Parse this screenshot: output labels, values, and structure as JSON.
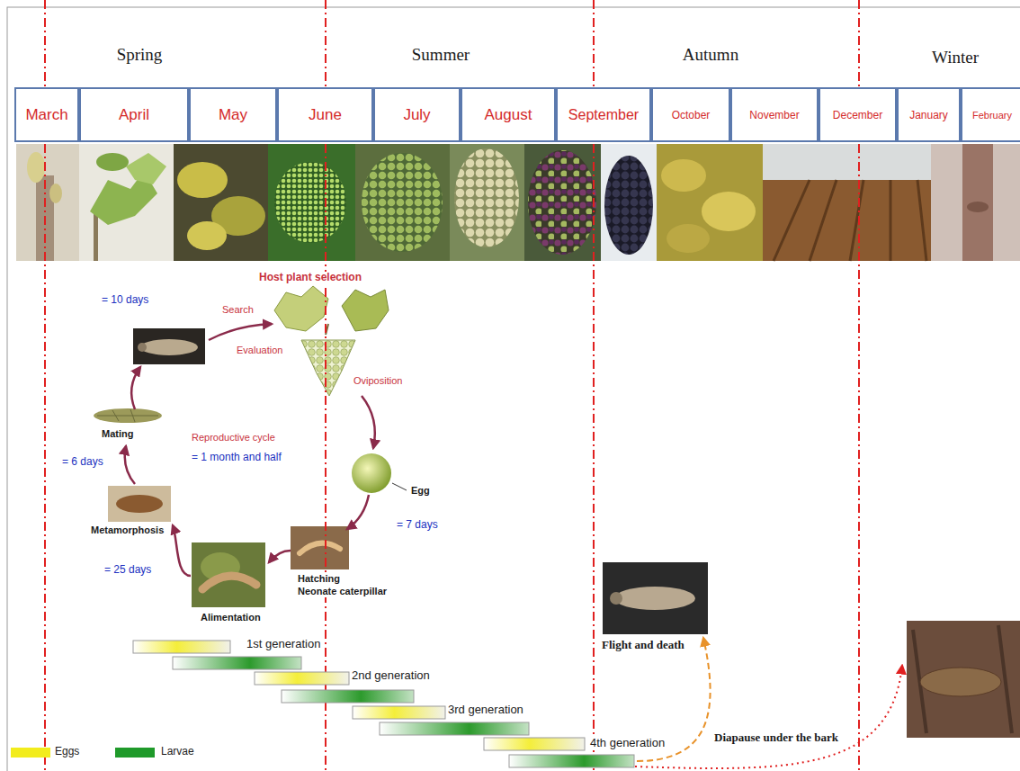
{
  "diagram": {
    "nodes": [
      {
        "text": [
          "March"
        ]
      },
      {
        "text": [
          "April"
        ]
      },
      {
        "text": [
          "May"
        ]
      },
      {
        "text": [
          "June"
        ]
      },
      {
        "text": [
          "July"
        ]
      },
      {
        "text": [
          "August"
        ]
      },
      {
        "text": [
          "September"
        ]
      },
      {
        "text": [
          "October"
        ]
      },
      {
        "text": [
          "November"
        ]
      },
      {
        "text": [
          "December"
        ]
      },
      {
        "text": [
          "January"
        ]
      },
      {
        "text": [
          "February"
        ]
      }
    ],
    "labels": [
      "Spring",
      "Summer",
      "Autumn",
      "Winter",
      "Host plant selection",
      "= 10 days",
      "Search",
      "Evaluation",
      "Oviposition",
      "Mating",
      "Reproductive cycle",
      "= 6 days",
      "= 1 month and half",
      "Egg",
      "= 7 days",
      "Metamorphosis",
      "= 25 days",
      "Alimentation",
      "Hatching",
      "Neonate caterpillar",
      "1st generation",
      "Flight and death",
      "2nd generation",
      "3rd generation",
      "4th generation",
      "Diapause under the bark"
    ],
    "legend": [
      {
        "text": "Eggs",
        "color": "#f2ec1c"
      },
      {
        "text": "Larvae",
        "color": "#1f9a2a"
      }
    ]
  }
}
